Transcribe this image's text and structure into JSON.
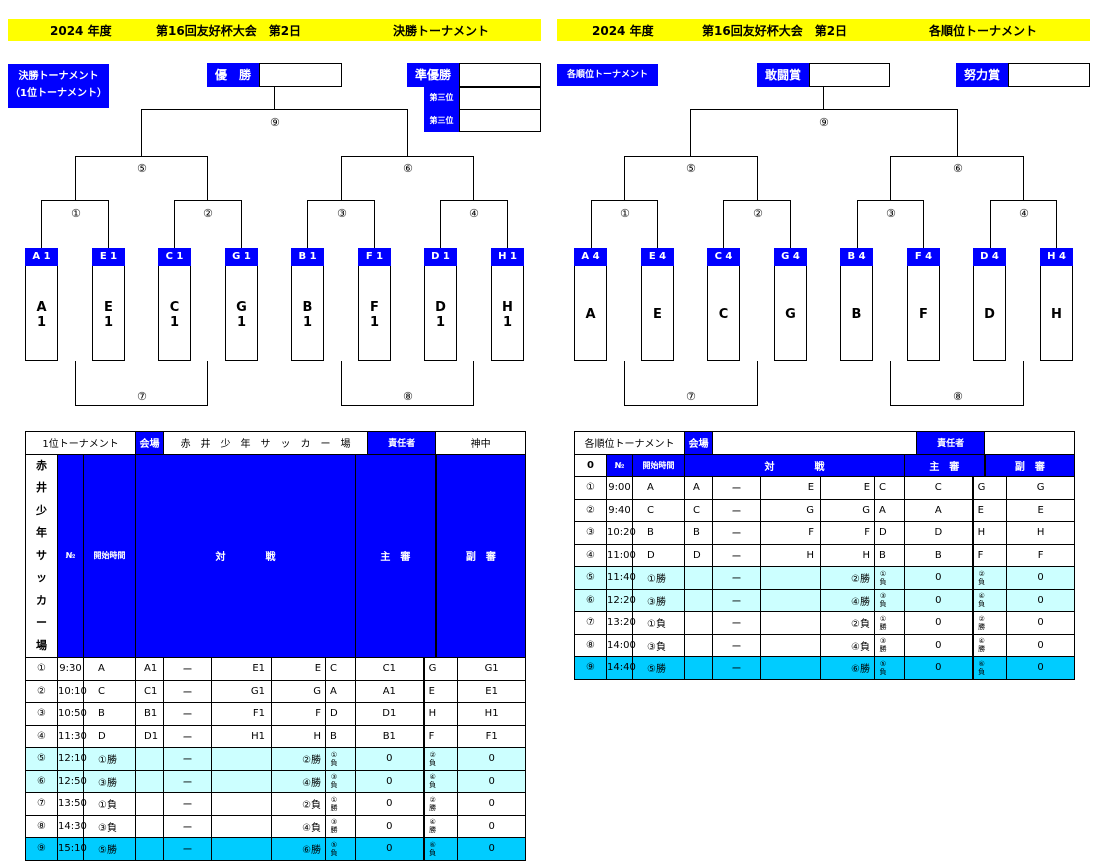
{
  "left": {
    "header": {
      "year": "2024 年度",
      "event": "第16回友好杯大会　第2日",
      "type": "決勝トーナメント"
    },
    "caption": {
      "line1": "決勝トーナメント",
      "line2": "（1位トーナメント）"
    },
    "awards": {
      "first": "優　勝",
      "second": "準優勝",
      "third1": "第三位",
      "third2": "第三位"
    },
    "matches": [
      "⑨",
      "⑤",
      "⑥",
      "①",
      "②",
      "③",
      "④",
      "⑦",
      "⑧"
    ],
    "teams": [
      {
        "label": "A 1",
        "name": "A\n1"
      },
      {
        "label": "E 1",
        "name": "E\n1"
      },
      {
        "label": "C 1",
        "name": "C\n1"
      },
      {
        "label": "G 1",
        "name": "G\n1"
      },
      {
        "label": "B 1",
        "name": "B\n1"
      },
      {
        "label": "F 1",
        "name": "F\n1"
      },
      {
        "label": "D 1",
        "name": "D\n1"
      },
      {
        "label": "H 1",
        "name": "H\n1"
      }
    ],
    "schedule": {
      "title": "1位トーナメント",
      "venue_label": "会場",
      "venue": "赤　井　少　年　サ　ッ　カ　ー　場",
      "resp_label": "責任者",
      "resp": "神中",
      "cols": {
        "no": "№",
        "time": "開始時間",
        "match": "対　　　　戦",
        "ref": "主　審",
        "subref": "副　審"
      },
      "side": [
        "赤",
        "井",
        "少",
        "年",
        "サ",
        "ッ",
        "カ",
        "ー",
        "場"
      ],
      "rows": [
        {
          "no": "①",
          "time": "9:30",
          "a": "A",
          "a2": "A1",
          "vs": "ー",
          "b2": "E1",
          "b": "E",
          "r1": "C",
          "r2": "C1",
          "s1": "G",
          "s2": "G1"
        },
        {
          "no": "②",
          "time": "10:10",
          "a": "C",
          "a2": "C1",
          "vs": "ー",
          "b2": "G1",
          "b": "G",
          "r1": "A",
          "r2": "A1",
          "s1": "E",
          "s2": "E1"
        },
        {
          "no": "③",
          "time": "10:50",
          "a": "B",
          "a2": "B1",
          "vs": "ー",
          "b2": "F1",
          "b": "F",
          "r1": "D",
          "r2": "D1",
          "s1": "H",
          "s2": "H1"
        },
        {
          "no": "④",
          "time": "11:30",
          "a": "D",
          "a2": "D1",
          "vs": "ー",
          "b2": "H1",
          "b": "H",
          "r1": "B",
          "r2": "B1",
          "s1": "F",
          "s2": "F1"
        },
        {
          "no": "⑤",
          "time": "12:10",
          "a": "①勝",
          "a2": "",
          "vs": "ー",
          "b2": "",
          "b": "②勝",
          "r1": "①\n負",
          "r2": "0",
          "s1": "②\n負",
          "s2": "0"
        },
        {
          "no": "⑥",
          "time": "12:50",
          "a": "③勝",
          "a2": "",
          "vs": "ー",
          "b2": "",
          "b": "④勝",
          "r1": "③\n負",
          "r2": "0",
          "s1": "④\n負",
          "s2": "0"
        },
        {
          "no": "⑦",
          "time": "13:50",
          "a": "①負",
          "a2": "",
          "vs": "ー",
          "b2": "",
          "b": "②負",
          "r1": "①\n勝",
          "r2": "0",
          "s1": "②\n勝",
          "s2": "0"
        },
        {
          "no": "⑧",
          "time": "14:30",
          "a": "③負",
          "a2": "",
          "vs": "ー",
          "b2": "",
          "b": "④負",
          "r1": "③\n勝",
          "r2": "0",
          "s1": "④\n勝",
          "s2": "0"
        },
        {
          "no": "⑨",
          "time": "15:10",
          "a": "⑤勝",
          "a2": "",
          "vs": "ー",
          "b2": "",
          "b": "⑥勝",
          "r1": "⑤\n負",
          "r2": "0",
          "s1": "⑥\n負",
          "s2": "0"
        }
      ]
    }
  },
  "right": {
    "header": {
      "year": "2024 年度",
      "event": "第16回友好杯大会　第2日",
      "type": "各順位トーナメント"
    },
    "caption": {
      "line1": "各順位トーナメント"
    },
    "awards": {
      "first": "敢闘賞",
      "second": "努力賞"
    },
    "matches": [
      "⑨",
      "⑤",
      "⑥",
      "①",
      "②",
      "③",
      "④",
      "⑦",
      "⑧"
    ],
    "teams": [
      {
        "label": "A 4",
        "name": "A"
      },
      {
        "label": "E 4",
        "name": "E"
      },
      {
        "label": "C 4",
        "name": "C"
      },
      {
        "label": "G 4",
        "name": "G"
      },
      {
        "label": "B 4",
        "name": "B"
      },
      {
        "label": "F 4",
        "name": "F"
      },
      {
        "label": "D 4",
        "name": "D"
      },
      {
        "label": "H 4",
        "name": "H"
      }
    ],
    "schedule": {
      "title": "各順位トーナメント",
      "venue_label": "会場",
      "venue": "",
      "resp_label": "責任者",
      "resp": "",
      "cols": {
        "no": "№",
        "time": "開始時間",
        "match": "対　　　　戦",
        "ref": "主　審",
        "subref": "副　審"
      },
      "side": "0",
      "rows": [
        {
          "no": "①",
          "time": "9:00",
          "a": "A",
          "a2": "A",
          "vs": "ー",
          "b2": "E",
          "b": "E",
          "r1": "C",
          "r2": "C",
          "s1": "G",
          "s2": "G"
        },
        {
          "no": "②",
          "time": "9:40",
          "a": "C",
          "a2": "C",
          "vs": "ー",
          "b2": "G",
          "b": "G",
          "r1": "A",
          "r2": "A",
          "s1": "E",
          "s2": "E"
        },
        {
          "no": "③",
          "time": "10:20",
          "a": "B",
          "a2": "B",
          "vs": "ー",
          "b2": "F",
          "b": "F",
          "r1": "D",
          "r2": "D",
          "s1": "H",
          "s2": "H"
        },
        {
          "no": "④",
          "time": "11:00",
          "a": "D",
          "a2": "D",
          "vs": "ー",
          "b2": "H",
          "b": "H",
          "r1": "B",
          "r2": "B",
          "s1": "F",
          "s2": "F"
        },
        {
          "no": "⑤",
          "time": "11:40",
          "a": "①勝",
          "a2": "",
          "vs": "ー",
          "b2": "",
          "b": "②勝",
          "r1": "①\n負",
          "r2": "0",
          "s1": "②\n負",
          "s2": "0"
        },
        {
          "no": "⑥",
          "time": "12:20",
          "a": "③勝",
          "a2": "",
          "vs": "ー",
          "b2": "",
          "b": "④勝",
          "r1": "③\n負",
          "r2": "0",
          "s1": "④\n負",
          "s2": "0"
        },
        {
          "no": "⑦",
          "time": "13:20",
          "a": "①負",
          "a2": "",
          "vs": "ー",
          "b2": "",
          "b": "②負",
          "r1": "①\n勝",
          "r2": "0",
          "s1": "②\n勝",
          "s2": "0"
        },
        {
          "no": "⑧",
          "time": "14:00",
          "a": "③負",
          "a2": "",
          "vs": "ー",
          "b2": "",
          "b": "④負",
          "r1": "③\n勝",
          "r2": "0",
          "s1": "④\n勝",
          "s2": "0"
        },
        {
          "no": "⑨",
          "time": "14:40",
          "a": "⑤勝",
          "a2": "",
          "vs": "ー",
          "b2": "",
          "b": "⑥勝",
          "r1": "⑤\n負",
          "r2": "0",
          "s1": "⑥\n負",
          "s2": "0"
        }
      ]
    }
  }
}
